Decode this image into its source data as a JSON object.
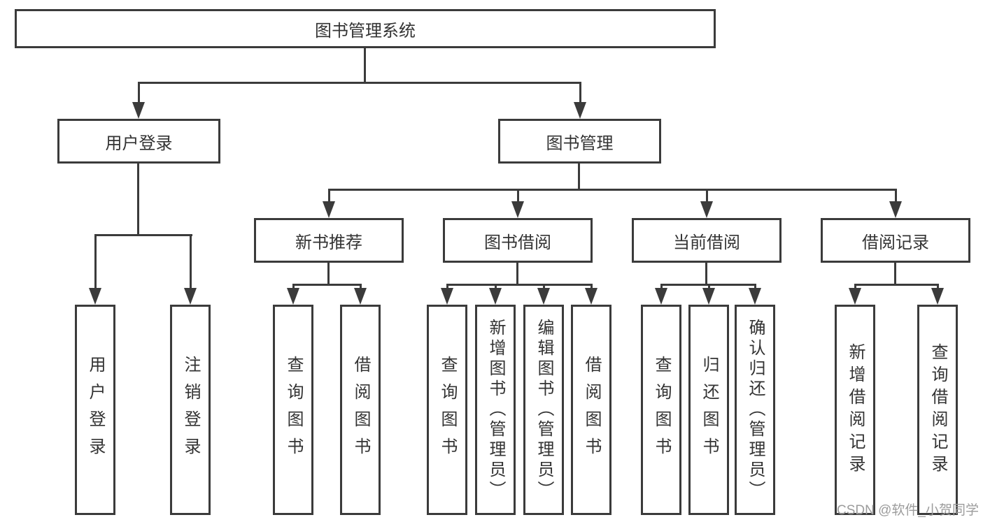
{
  "title": "图书管理系统",
  "level1": [
    "用户登录",
    "图书管理"
  ],
  "level2": [
    "新书推荐",
    "图书借阅",
    "当前借阅",
    "借阅记录"
  ],
  "leaves": {
    "login": [
      "用户登录",
      "注销登录"
    ],
    "recommend": [
      "查询图书",
      "借阅图书"
    ],
    "borrow": [
      "查询图书",
      "新增图书（管理员）",
      "编辑图书（管理员）",
      "借阅图书"
    ],
    "current": [
      "查询图书",
      "归还图书",
      "确认归还（管理员）"
    ],
    "records": [
      "新增借阅记录",
      "查询借阅记录"
    ]
  },
  "watermark": "CSDN @软件_小贺同学",
  "colors": {
    "line": "#3b3b3b",
    "text": "#333333",
    "box_fill": "#ffffff",
    "watermark": "#9c9c9c"
  }
}
